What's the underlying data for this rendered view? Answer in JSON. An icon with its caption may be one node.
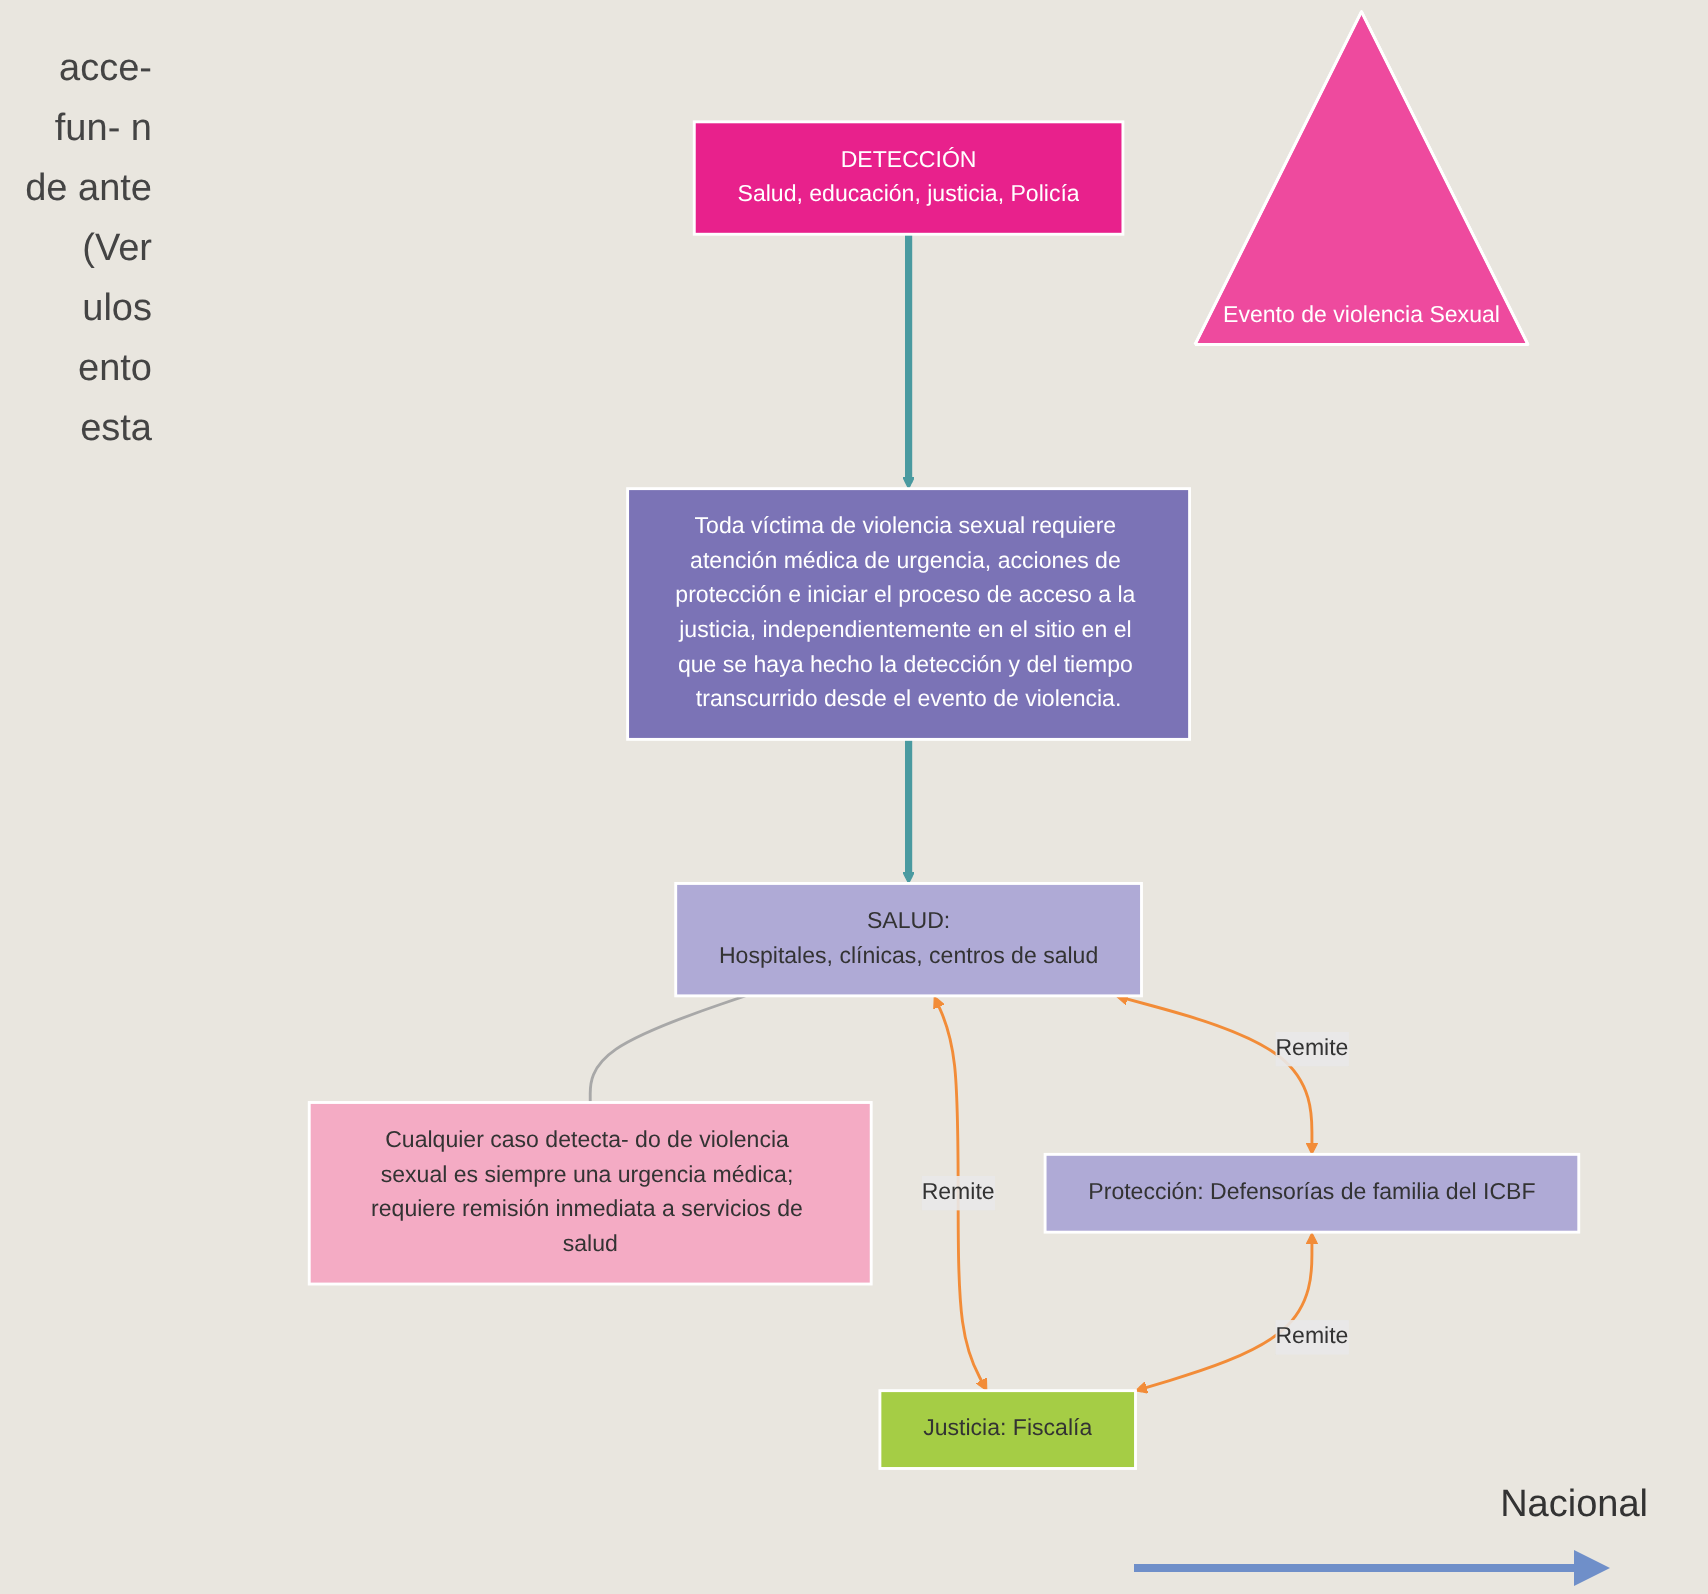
{
  "diagram": {
    "nodes": [
      {
        "text": [
          "DETECCIÓN",
          "Salud, educación, justicia, Policía"
        ]
      },
      {
        "text": [
          "Toda víctima de violencia sexual requiere atención médica de urgencia, acciones de protección e iniciar el proceso de acceso a la justicia, independientemente en el sitio en el que se haya hecho la detección y del tiempo transcurrido desde el evento de violencia."
        ]
      },
      {
        "text": [
          "SALUD:",
          "Hospitales, clínicas, centros de salud"
        ]
      },
      {
        "text": [
          "Evento de violencia Sexual"
        ]
      },
      {
        "text": [
          "Cualquier caso detecta- do de violencia sexual es siempre una urgencia médica; requiere remisión inmediata a servicios de salud"
        ]
      },
      {
        "text": [
          "Protección: Defensorías de familia del ICBF"
        ]
      },
      {
        "text": [
          "Justicia: Fiscalía"
        ]
      }
    ],
    "edges": [
      {
        "from": 0,
        "to": 1,
        "arrow": "to",
        "style": "thick",
        "color": "#4a9aa0"
      },
      {
        "from": 1,
        "to": 2,
        "arrow": "to",
        "style": "thick",
        "color": "#4a9aa0"
      },
      {
        "from": 2,
        "to": 4,
        "arrow": "none",
        "color": "#a8a8a8"
      },
      {
        "from": 2,
        "to": 5,
        "label": "Remite",
        "arrow": "both",
        "color": "#f28c38"
      },
      {
        "from": 2,
        "to": 6,
        "label": "Remite",
        "arrow": "both",
        "color": "#f28c38"
      },
      {
        "from": 5,
        "to": 6,
        "label": "Remite",
        "arrow": "both",
        "color": "#f28c38"
      }
    ],
    "labels": [
      "acce- fun- n de ante (Ver ulos ento esta",
      "Nacional"
    ]
  }
}
